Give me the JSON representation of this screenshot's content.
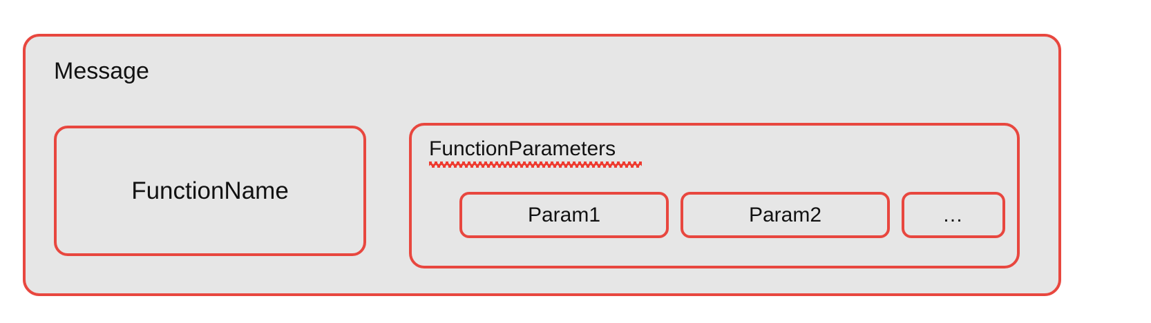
{
  "diagram": {
    "title": "Message",
    "type": "nested-block-diagram",
    "colors": {
      "border": "#e8473f",
      "fill": "#e6e6e6",
      "text": "#111111",
      "spellcheck_underline": "#ee3b30",
      "page_background": "#ffffff"
    },
    "outer": {
      "label": "Message"
    },
    "blocks": [
      {
        "name": "function-name",
        "label": "FunctionName",
        "label_position": "center",
        "spellchecked": false
      },
      {
        "name": "function-parameters",
        "label": "FunctionParameters",
        "label_position": "top-left",
        "spellchecked": true,
        "children": [
          {
            "name": "param-1",
            "label": "Param1"
          },
          {
            "name": "param-2",
            "label": "Param2"
          },
          {
            "name": "param-ellipsis",
            "label": "…"
          }
        ]
      }
    ]
  }
}
